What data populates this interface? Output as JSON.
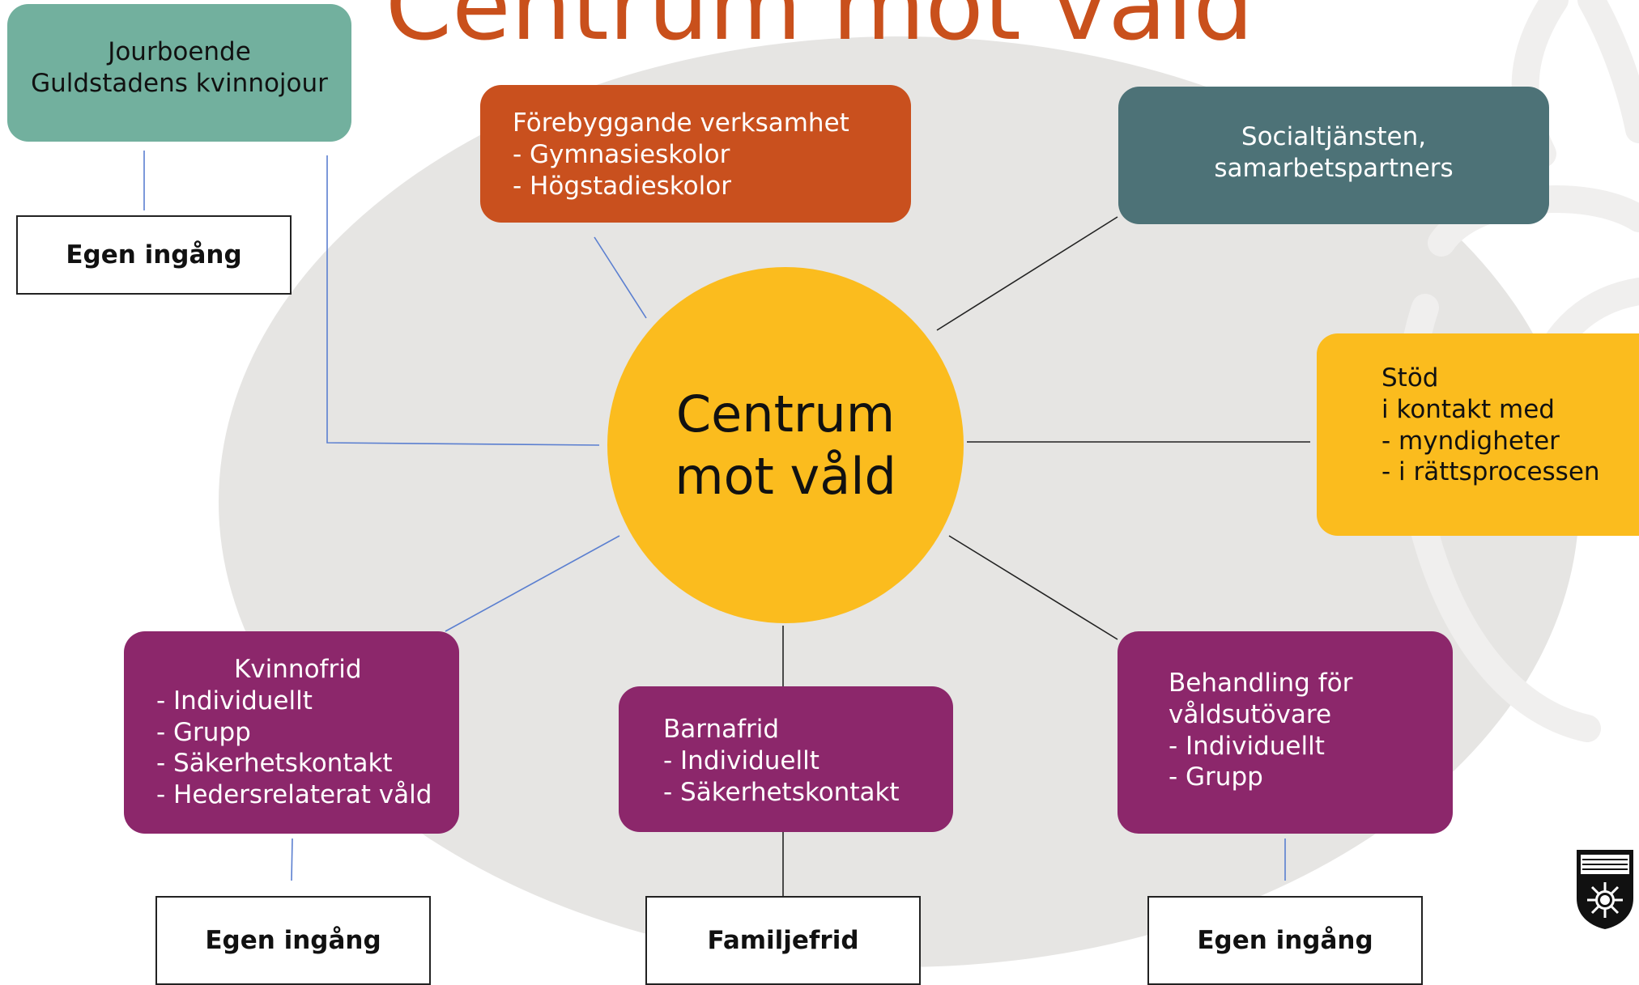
{
  "title": "Centrum mot våld",
  "center": {
    "lines": [
      "Centrum",
      "mot våld"
    ]
  },
  "nodes": {
    "jourboende": {
      "lines": [
        "Jourboende",
        "Guldstadens kvinnojour"
      ]
    },
    "forebyggande": {
      "lines": [
        "Förebyggande verksamhet",
        "- Gymnasieskolor",
        "- Högstadieskolor"
      ]
    },
    "socialtjansten": {
      "lines": [
        "Socialtjänsten,",
        "samarbetspartners"
      ]
    },
    "stod": {
      "lines": [
        "Stöd",
        "i kontakt med",
        "- myndigheter",
        "- i rättsprocessen"
      ]
    },
    "kvinnofrid": {
      "lines": [
        "Kvinnofrid",
        "- Individuellt",
        "- Grupp",
        "- Säkerhetskontakt",
        "- Hedersrelaterat våld"
      ]
    },
    "barnafrid": {
      "lines": [
        "Barnafrid",
        "- Individuellt",
        "- Säkerhetskontakt"
      ]
    },
    "behandling": {
      "lines": [
        "Behandling för",
        "våldsutövare",
        "- Individuellt",
        "- Grupp"
      ]
    }
  },
  "labels": {
    "top_left": "Egen ingång",
    "bottom_left": "Egen ingång",
    "bottom_center": "Familjefrid",
    "bottom_right": "Egen ingång"
  },
  "colors": {
    "title": "#C9501C",
    "center": "#FBBC1E",
    "jourboende": "#72B09E",
    "forebyggande": "#C9501E",
    "socialtjansten": "#4D7277",
    "stod": "#FBBC1E",
    "purple": "#8C276B",
    "backdrop": "#E6E5E3"
  },
  "icons": [
    "crest-logo-icon"
  ]
}
